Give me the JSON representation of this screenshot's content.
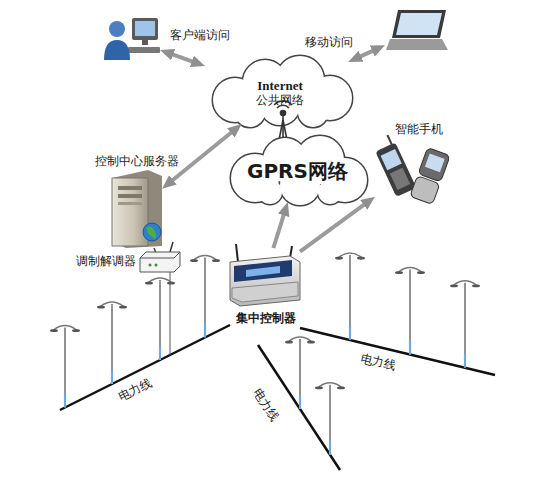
{
  "diagram": {
    "nodes": [
      {
        "text": [
          "客户端访问"
        ]
      },
      {
        "text": [
          "移动访问"
        ]
      },
      {
        "text": [
          "Internet",
          "公共网络"
        ]
      },
      {
        "text": [
          "控制中心服务器"
        ]
      },
      {
        "text": [
          "调制解调器"
        ]
      },
      {
        "text": [
          "GPRS网络"
        ]
      },
      {
        "text": [
          "智能手机"
        ]
      },
      {
        "text": [
          "集中控制器"
        ]
      }
    ],
    "edges": [
      {
        "from": 0,
        "to": 2,
        "arrow": "both"
      },
      {
        "from": 1,
        "to": 2,
        "arrow": "both"
      },
      {
        "from": 3,
        "to": 2,
        "arrow": "both"
      },
      {
        "from": 3,
        "to": 4,
        "arrow": "none"
      },
      {
        "from": 7,
        "to": 5,
        "arrow": "to"
      },
      {
        "from": 7,
        "to": 6,
        "arrow": "to"
      }
    ],
    "labels": [
      "电力线",
      "电力线",
      "电力线"
    ]
  }
}
